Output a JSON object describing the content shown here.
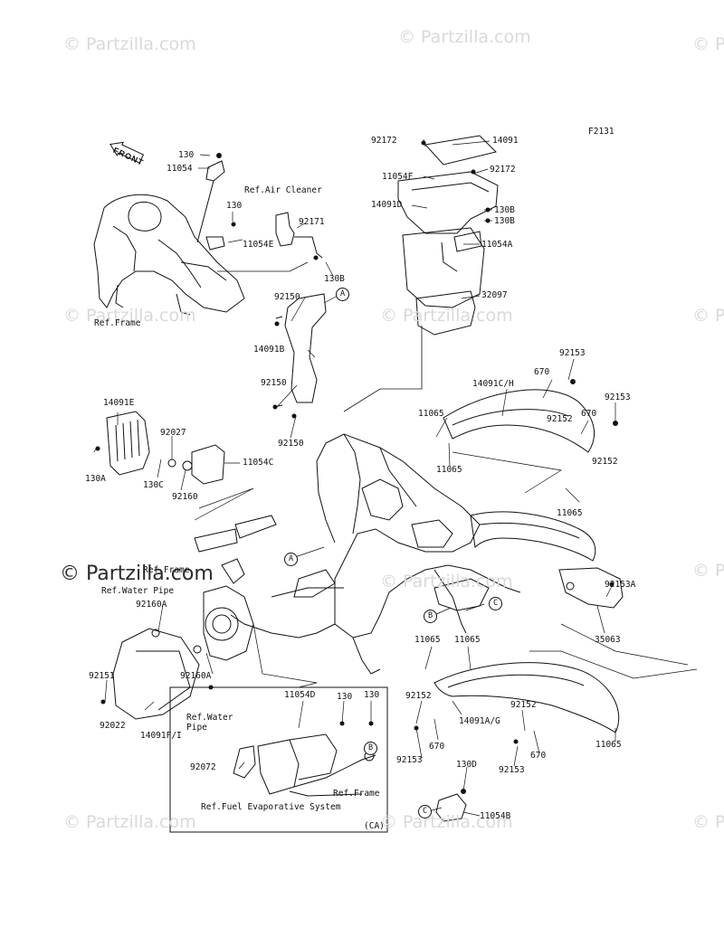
{
  "diagram": {
    "code": "F2131",
    "front_label": "FRONT",
    "region_note": "(CA)",
    "circle_markers": [
      "A",
      "B",
      "C"
    ],
    "ref_labels": {
      "air_cleaner": "Ref.Air Cleaner",
      "frame_top": "Ref.Frame",
      "frame_mid": "Ref.Frame",
      "water_pipe_top": "Ref.Water Pipe",
      "water_pipe_bottom": "Ref.Water\nPipe",
      "frame_inset": "Ref.Frame",
      "fuel_evap": "Ref.Fuel Evaporative System"
    },
    "watermarks": {
      "light": "© Partzilla.com",
      "strong": "© Partzilla.com"
    },
    "part_numbers": [
      "130",
      "11054",
      "130",
      "11054E",
      "92171",
      "130B",
      "92150",
      "14091B",
      "92150",
      "92150",
      "92172",
      "14091",
      "92172",
      "11054F",
      "14091D",
      "130B",
      "130B",
      "11054A",
      "32097",
      "92153",
      "670",
      "14091C/H",
      "92153",
      "92152",
      "670",
      "11065",
      "11065",
      "92152",
      "11065",
      "14091E",
      "92027",
      "130A",
      "130C",
      "92160",
      "11054C",
      "92160A",
      "92151",
      "92022",
      "14091F/I",
      "92160A",
      "92153A",
      "35063",
      "11065",
      "11065",
      "92152",
      "14091A/G",
      "670",
      "92153",
      "92152",
      "670",
      "92153",
      "11065",
      "11054D",
      "130",
      "130",
      "92072",
      "130D",
      "11054B"
    ]
  }
}
